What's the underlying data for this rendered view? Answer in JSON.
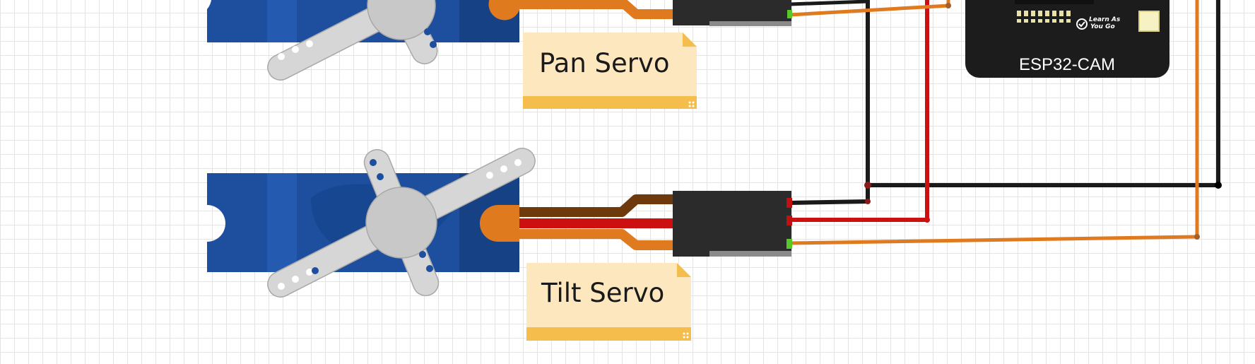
{
  "notes": {
    "pan": "Pan Servo",
    "tilt": "Tilt Servo"
  },
  "board": {
    "label": "ESP32-CAM",
    "logo_line1": "Learn As",
    "logo_line2": "You Go"
  },
  "colors": {
    "servo_body": "#1d4f9e",
    "servo_body_dark": "#153c7a",
    "horn": "#d6d6d6",
    "connector": "#2b2b2b",
    "wire_black": "#1a1a1a",
    "wire_red": "#cc1010",
    "wire_orange": "#e07a1f",
    "wire_brown": "#6e3a0c",
    "note_bg": "#fde7bf",
    "note_strip": "#f5be4c",
    "board": "#1c1c1c"
  }
}
